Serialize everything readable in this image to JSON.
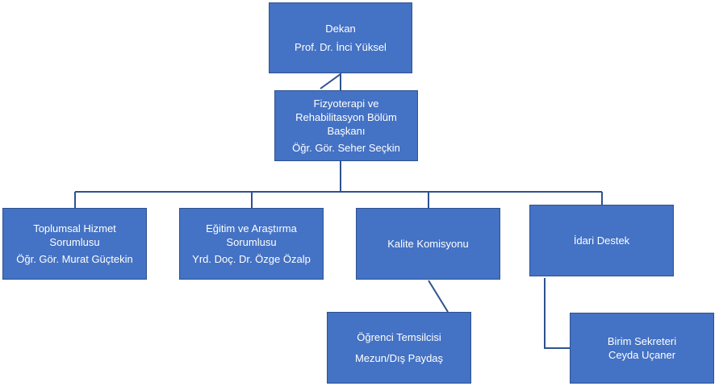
{
  "colors": {
    "box_fill": "#4472c4",
    "box_border": "#2f528f",
    "line": "#2f528f",
    "text": "#ffffff"
  },
  "dean": {
    "title": "Dekan",
    "name": "Prof. Dr. İnci Yüksel"
  },
  "head": {
    "title_line1": "Fizyoterapi ve",
    "title_line2": "Rehabilitasyon Bölüm",
    "title_line3": "Başkanı",
    "name": "Öğr. Gör. Seher Seçkin"
  },
  "community": {
    "title_line1": "Toplumsal Hizmet",
    "title_line2": "Sorumlusu",
    "name": "Öğr. Gör. Murat Güçtekin"
  },
  "education": {
    "title_line1": "Eğitim ve Araştırma",
    "title_line2": "Sorumlusu",
    "name": "Yrd. Doç. Dr. Özge Özalp"
  },
  "quality": {
    "title": "Kalite Komisyonu"
  },
  "admin": {
    "title": "İdari Destek"
  },
  "student": {
    "line1": "Öğrenci Temsilcisi",
    "line2": "Mezun/Dış Paydaş"
  },
  "secretary": {
    "line1": "Birim Sekreteri",
    "line2": "Ceyda Uçaner"
  }
}
